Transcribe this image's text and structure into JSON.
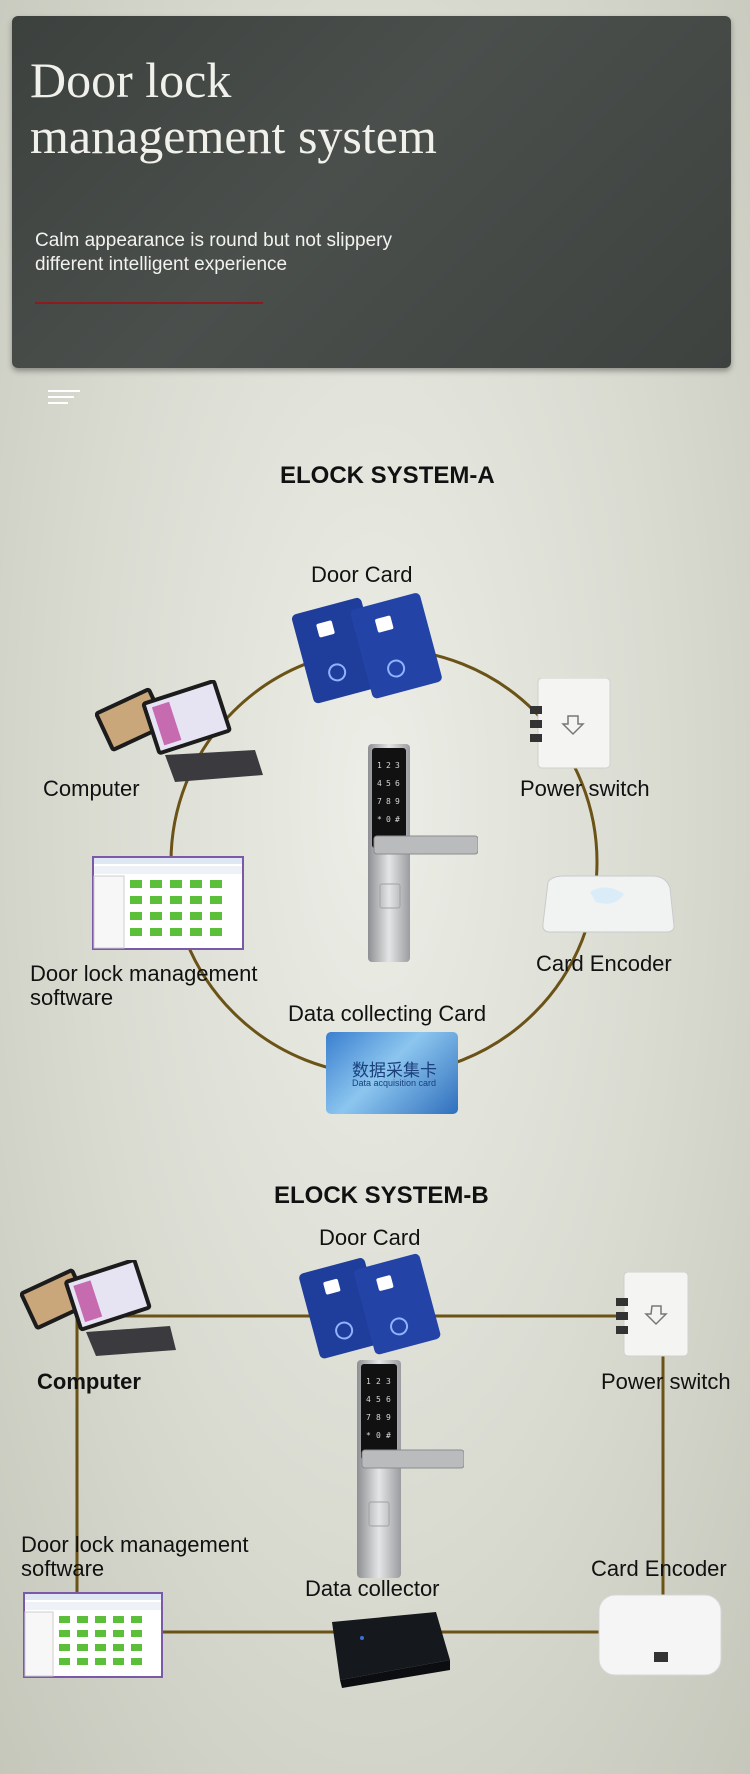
{
  "hero": {
    "title_line1": "Door lock",
    "title_line2": "management system",
    "subtitle_line1": "Calm appearance is round but not slippery",
    "subtitle_line2": "different intelligent experience"
  },
  "colors": {
    "ring": "#6b5216",
    "accent_rule": "#8e1a1e",
    "hero_bg": "#454a47",
    "card_blue": "#1f3d9b"
  },
  "system_a": {
    "title": "ELOCK SYSTEM-A",
    "labels": {
      "door_card": "Door Card",
      "computer": "Computer",
      "power_switch": "Power switch",
      "software_line1": "Door lock management",
      "software_line2": "software",
      "card_encoder": "Card Encoder",
      "data_card": "Data collecting Card"
    },
    "data_card_cn": "数据采集卡",
    "data_card_en": "Data acquisition card"
  },
  "system_b": {
    "title": "ELOCK SYSTEM-B",
    "labels": {
      "door_card": "Door Card",
      "computer": "Computer",
      "power_switch": "Power switch",
      "software_line1": "Door lock management",
      "software_line2": "software",
      "card_encoder": "Card Encoder",
      "data_collector": "Data collector"
    }
  }
}
